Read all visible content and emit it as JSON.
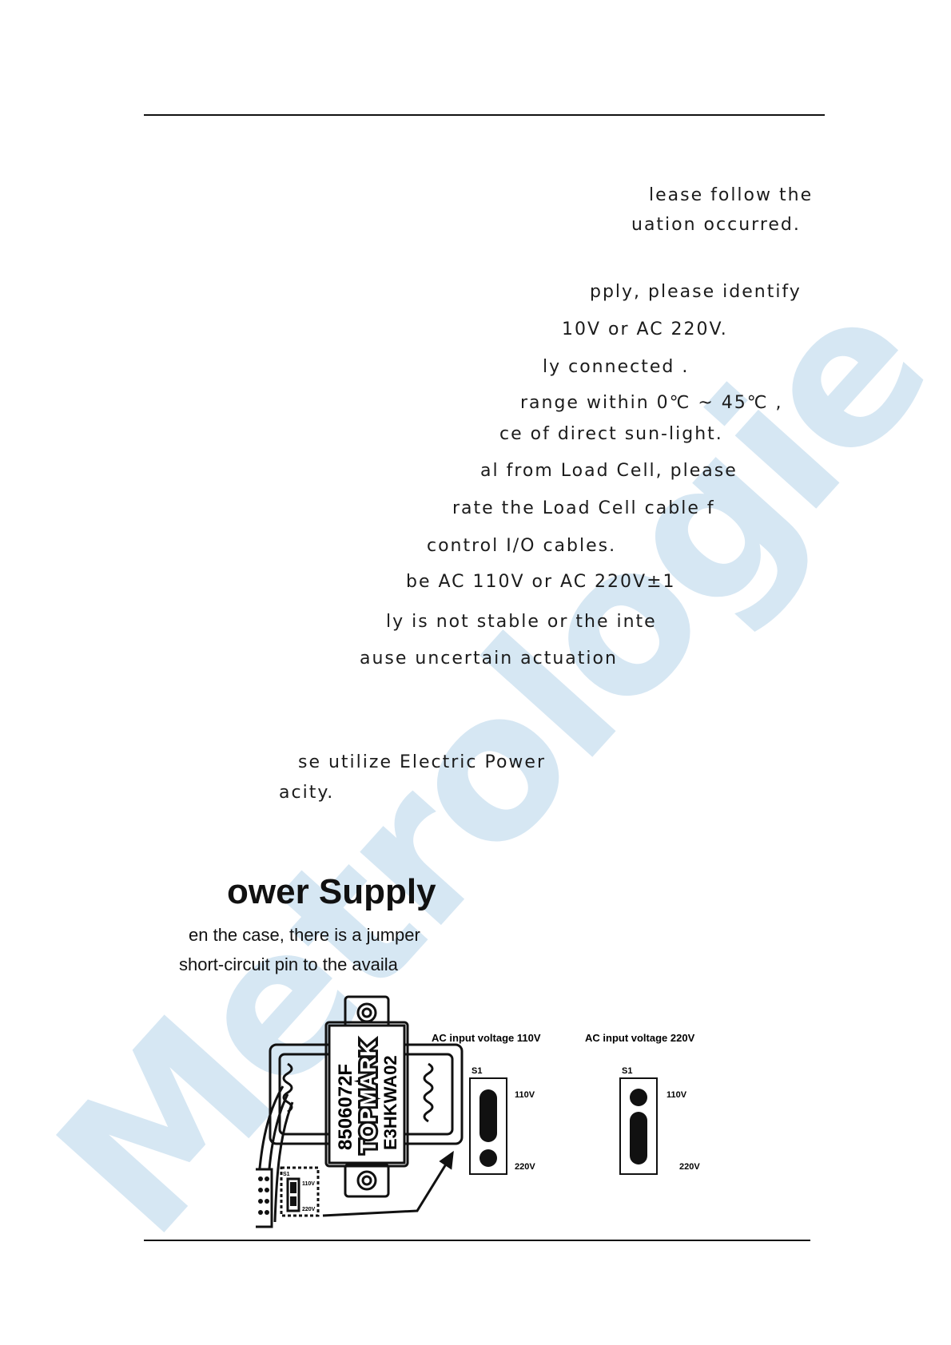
{
  "watermark": {
    "text": "Metrologie"
  },
  "paragraph_lines": [
    "lease follow the",
    "uation occurred.",
    "pply, please identify",
    "10V or AC 220V.",
    "ly connected .",
    "range within 0℃ ~ 45℃ ,",
    "ce of direct sun-light.",
    "al from Load Cell, please",
    "rate the Load Cell cable f",
    "control I/O cables.",
    "be AC 110V or AC 220V±1",
    "ly is not stable or the inte",
    "ause uncertain actuation",
    "se utilize Electric Power",
    "acity."
  ],
  "section": {
    "heading": "ower Supply",
    "lines": [
      "en the case, there is a jumper",
      "short-circuit pin to the availa"
    ]
  },
  "figure": {
    "transformer": {
      "line1": "8506072F",
      "line2": "TOPMARK",
      "line3": "E3HKWA02"
    },
    "board_small_labels": [
      "S1",
      "110V",
      "220V"
    ],
    "panel_110": {
      "title": "AC input voltage 110V",
      "switch": "S1",
      "top_label": "110V",
      "bottom_label": "220V"
    },
    "panel_220": {
      "title": "AC input voltage 220V",
      "switch": "S1",
      "top_label": "110V",
      "bottom_label": "220V"
    }
  }
}
